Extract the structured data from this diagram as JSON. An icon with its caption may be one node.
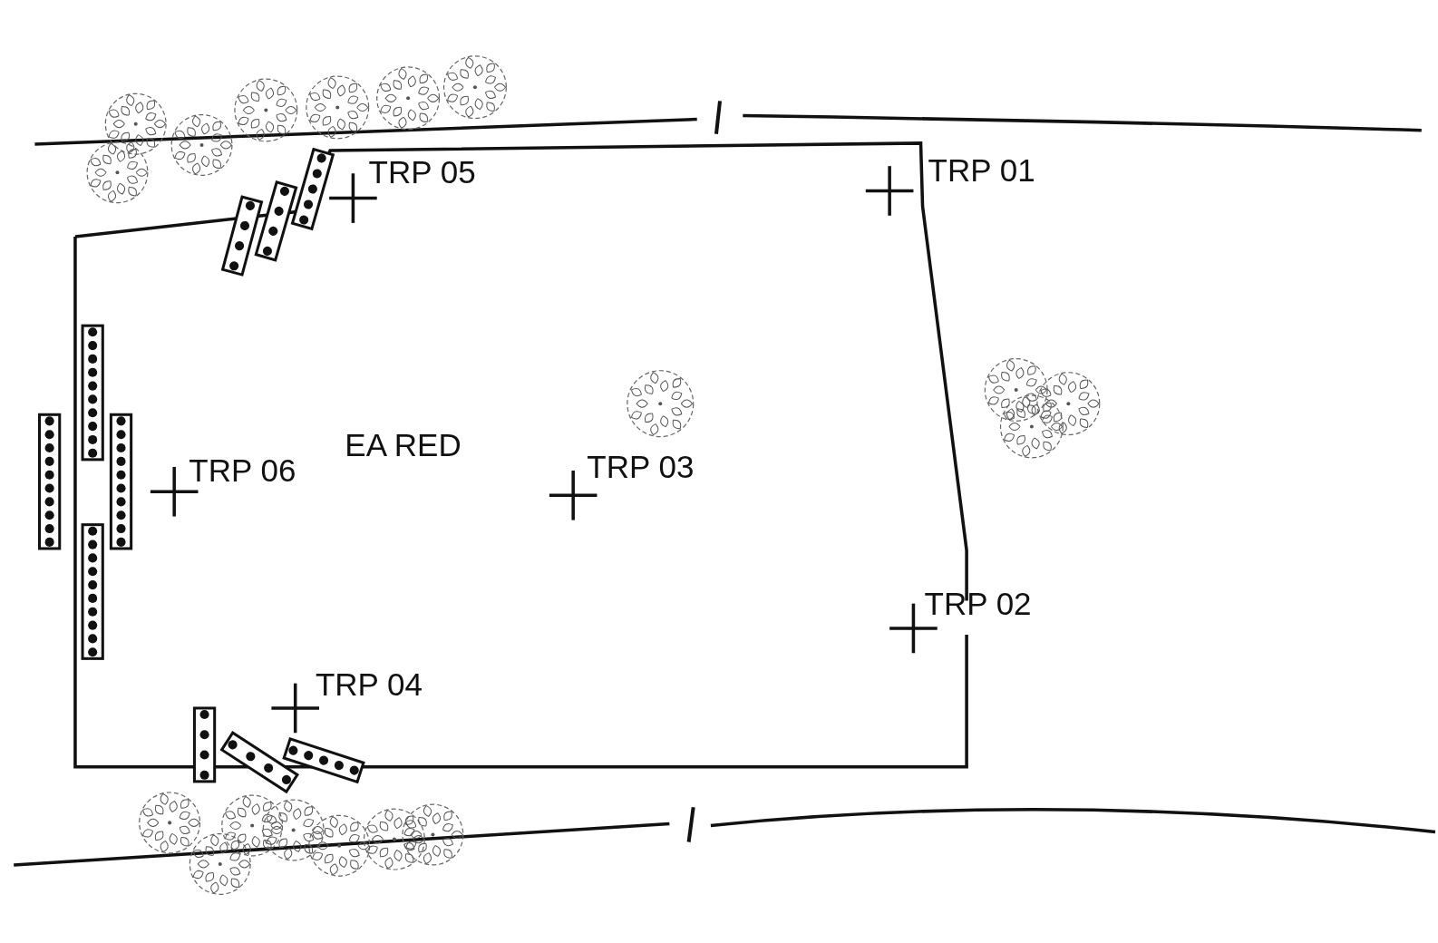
{
  "diagram": {
    "labels": [
      "TRP 05",
      "TRP 01",
      "EA RED",
      "TRP 06",
      "TRP 03",
      "TRP 02",
      "TRP 04"
    ]
  }
}
